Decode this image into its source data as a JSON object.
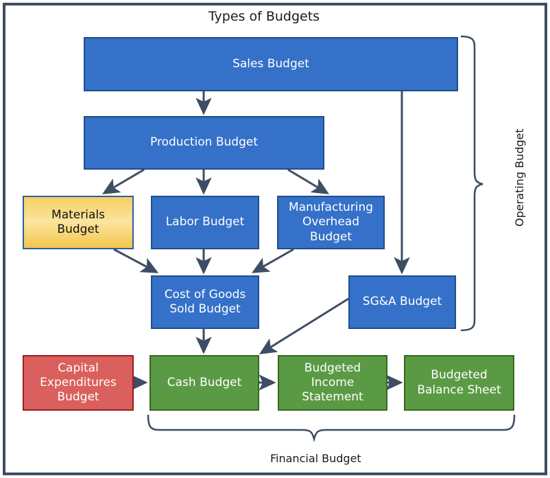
{
  "diagram": {
    "title": "Types of Budgets",
    "nodes": [
      {
        "id": "sales",
        "label": "Sales Budget",
        "kind": "blue"
      },
      {
        "id": "production",
        "label": "Production Budget",
        "kind": "blue"
      },
      {
        "id": "materials",
        "label": "Materials\nBudget",
        "kind": "gold"
      },
      {
        "id": "labor",
        "label": "Labor Budget",
        "kind": "blue"
      },
      {
        "id": "overhead",
        "label": "Manufacturing\nOverhead\nBudget",
        "kind": "blue"
      },
      {
        "id": "cogs",
        "label": "Cost of Goods\nSold Budget",
        "kind": "blue"
      },
      {
        "id": "sga",
        "label": "SG&A Budget",
        "kind": "blue"
      },
      {
        "id": "capex",
        "label": "Capital\nExpenditures\nBudget",
        "kind": "red"
      },
      {
        "id": "cash",
        "label": "Cash Budget",
        "kind": "green"
      },
      {
        "id": "income",
        "label": "Budgeted\nIncome\nStatement",
        "kind": "green"
      },
      {
        "id": "balance",
        "label": "Budgeted\nBalance Sheet",
        "kind": "green"
      }
    ],
    "groups": [
      {
        "id": "operating",
        "label": "Operating Budget"
      },
      {
        "id": "financial",
        "label": "Financial Budget"
      }
    ],
    "colors": {
      "blue_fill": "#3571c8",
      "blue_border": "#1f4e87",
      "green_fill": "#5b9a45",
      "green_border": "#33691c",
      "red_fill": "#d9605c",
      "red_border": "#9b1c1c",
      "gold_fill": "#f6cf62",
      "gold_border": "#2a5fa8",
      "connector": "#3d4d63",
      "frame_border": "#3d4d63"
    },
    "flows": [
      {
        "from": "sales",
        "to": "production"
      },
      {
        "from": "sales",
        "to": "sga"
      },
      {
        "from": "production",
        "to": "materials"
      },
      {
        "from": "production",
        "to": "labor"
      },
      {
        "from": "production",
        "to": "overhead"
      },
      {
        "from": "materials",
        "to": "cogs"
      },
      {
        "from": "labor",
        "to": "cogs"
      },
      {
        "from": "overhead",
        "to": "cogs"
      },
      {
        "from": "cogs",
        "to": "cash"
      },
      {
        "from": "sga",
        "to": "cash"
      },
      {
        "from": "capex",
        "to": "cash"
      },
      {
        "from": "cash",
        "to": "income"
      },
      {
        "from": "income",
        "to": "balance"
      }
    ]
  }
}
